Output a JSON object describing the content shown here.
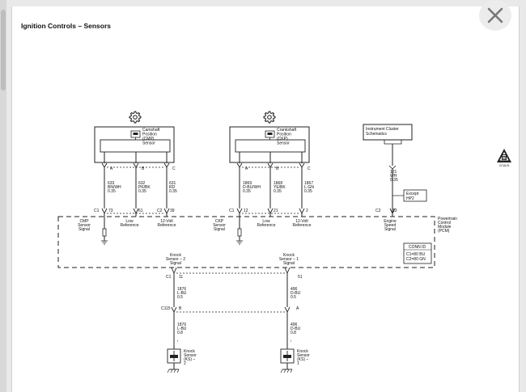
{
  "window": {
    "title": "Ignition Controls – Sensors",
    "close_icon": "close-icon"
  },
  "warning_badge": {
    "label": "CCAUS"
  },
  "sensors": {
    "cmp": {
      "label": [
        "Camshaft",
        "Position",
        "(CMP)",
        "Sensor"
      ],
      "pins": [
        "A",
        "B",
        "C"
      ]
    },
    "ckp": {
      "label": [
        "Crankshaft",
        "Position",
        "(CKP)",
        "Sensor"
      ],
      "pins": [
        "A",
        "B",
        "C"
      ]
    },
    "cluster": {
      "label": [
        "Instrument Cluster",
        "Schematics"
      ]
    }
  },
  "wires": {
    "cmp": [
      {
        "circuit": "633",
        "color": "BN/WH",
        "gauge": "0.35"
      },
      {
        "circuit": "632",
        "color": "PK/BK",
        "gauge": "0.35"
      },
      {
        "circuit": "631",
        "color": "RD",
        "gauge": "0.35"
      }
    ],
    "ckp": [
      {
        "circuit": "1869",
        "color": "D-BU/WH",
        "gauge": "0.35"
      },
      {
        "circuit": "1868",
        "color": "YE/BK",
        "gauge": "0.35"
      },
      {
        "circuit": "1867",
        "color": "L-GN",
        "gauge": "0.35"
      }
    ],
    "speed": {
      "circuit": "121",
      "color": "WH",
      "gauge": "0.35"
    }
  },
  "except": [
    "Except",
    "HP2"
  ],
  "pcm": {
    "connectors": {
      "c1": "C1",
      "c2": "C2"
    },
    "cmp_pins": [
      "73",
      "61",
      "39"
    ],
    "ckp_pins": [
      "12",
      "21",
      "2"
    ],
    "speed_pin": "13",
    "cmp_labels": [
      [
        "CMP",
        "Sensor",
        "Signal"
      ],
      [
        "Low",
        "Reference"
      ],
      [
        "12-Volt",
        "Reference"
      ]
    ],
    "ckp_labels": [
      [
        "CKP",
        "Sensor",
        "Signal"
      ],
      [
        "Low",
        "Reference"
      ],
      [
        "12-Volt",
        "Reference"
      ]
    ],
    "speed_label": [
      "Engine",
      "Speed",
      "Signal"
    ],
    "name": [
      "Powertrain",
      "Control",
      "Module",
      "(PCM)"
    ],
    "conn_id": {
      "header": "CONN ID",
      "lines": [
        "C1=80 BU",
        "C2=80 GN"
      ]
    },
    "knock_labels": [
      [
        "Knock",
        "Sensor – 2",
        "Signal"
      ],
      [
        "Knock",
        "Sensor – 1",
        "Signal"
      ]
    ],
    "knock_pins": [
      "11",
      "51"
    ]
  },
  "knock": {
    "wires_upper": [
      {
        "circuit": "1876",
        "color": "L-BU",
        "gauge": "0.5"
      },
      {
        "circuit": "496",
        "color": "D-BU",
        "gauge": "0.5"
      }
    ],
    "splice": {
      "name": "C115",
      "pins": [
        "B",
        "A"
      ]
    },
    "wires_lower": [
      {
        "circuit": "1876",
        "color": "L-BU",
        "gauge": "0.8"
      },
      {
        "circuit": "496",
        "color": "D-BU",
        "gauge": "0.8"
      }
    ],
    "sensors": [
      [
        "Knock",
        "Sensor",
        "(KS) –",
        "2"
      ],
      [
        "Knock",
        "Sensor",
        "(KS) –",
        "1"
      ]
    ]
  }
}
